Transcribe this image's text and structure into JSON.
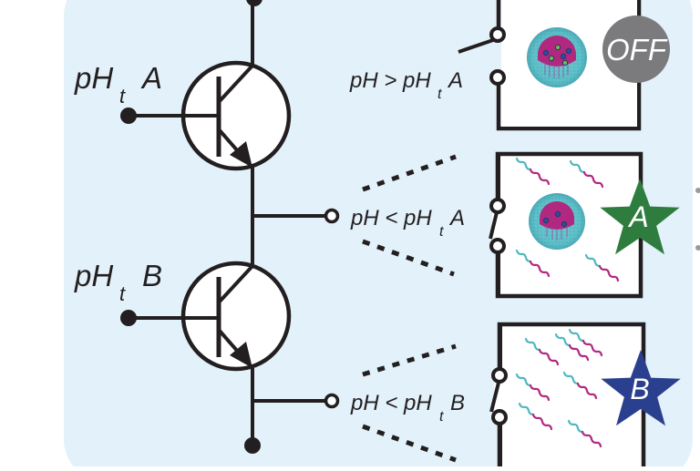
{
  "diagram": {
    "transistor_a": {
      "label_main": "pH",
      "label_sub": "t",
      "label_suffix": "A"
    },
    "transistor_b": {
      "label_main": "pH",
      "label_sub": "t",
      "label_suffix": "B"
    },
    "conditions": [
      {
        "pre": "pH > pH",
        "sub": "t",
        "suffix": "A"
      },
      {
        "pre": "pH < pH",
        "sub": "t",
        "suffix": "A"
      },
      {
        "pre": "pH < pH",
        "sub": "t",
        "suffix": "B"
      }
    ],
    "badges": {
      "off": {
        "text": "OFF",
        "color": "#7b7b7d"
      },
      "a": {
        "text": "A",
        "color": "#2f7d3e"
      },
      "b": {
        "text": "B",
        "color": "#2b3f8f"
      }
    },
    "colors": {
      "panel_bg": "#e3f1fa",
      "wire": "#231f20",
      "micelle_shell": "#5ec3c9",
      "micelle_core": "#b0287f",
      "strand_teal": "#4fb7c0",
      "strand_magenta": "#b0287f"
    }
  }
}
